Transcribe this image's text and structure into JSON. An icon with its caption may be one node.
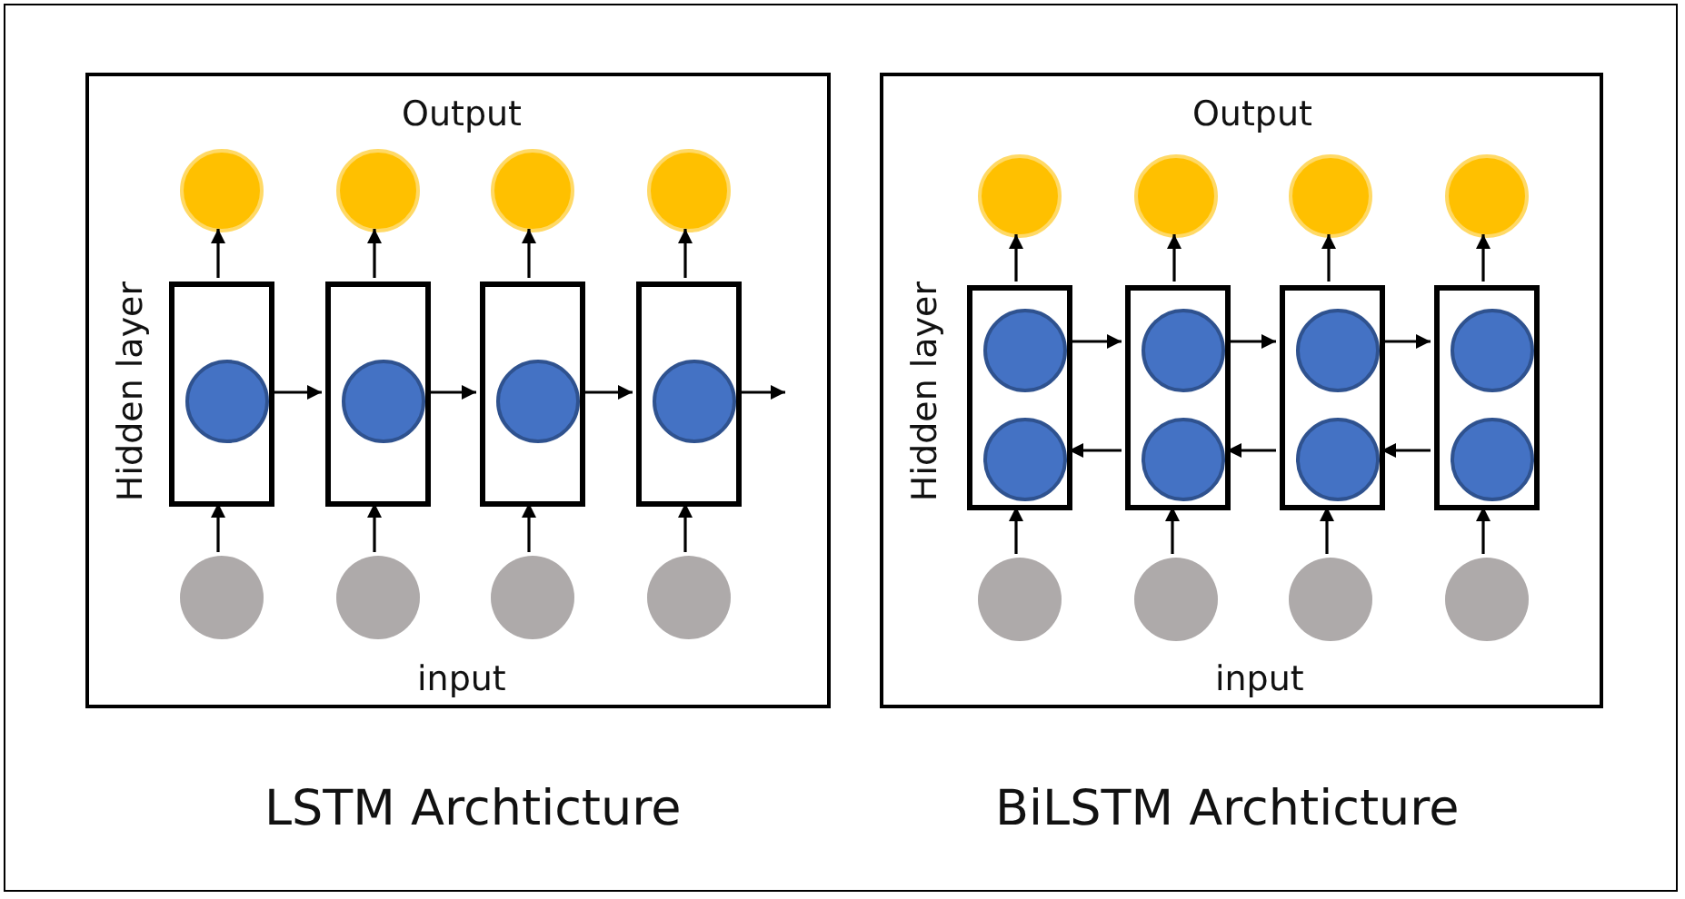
{
  "diagram": {
    "nodes": [
      {
        "text": [
          "Output",
          "Hidden layer",
          "input"
        ],
        "beside": [
          "LSTM Archticture"
        ]
      },
      {
        "text": [],
        "shape": "circle",
        "in": 0
      },
      {
        "text": [],
        "shape": "circle",
        "in": 0
      },
      {
        "text": [],
        "shape": "circle",
        "in": 0
      },
      {
        "text": [],
        "shape": "circle",
        "in": 0
      },
      {
        "text": [],
        "shape": "box",
        "in": 0
      },
      {
        "text": [],
        "shape": "circle",
        "in": 5
      },
      {
        "text": [],
        "shape": "box",
        "in": 0
      },
      {
        "text": [],
        "shape": "circle",
        "in": 7
      },
      {
        "text": [],
        "shape": "box",
        "in": 0
      },
      {
        "text": [],
        "shape": "circle",
        "in": 9
      },
      {
        "text": [],
        "shape": "box",
        "in": 0
      },
      {
        "text": [],
        "shape": "circle",
        "in": 11
      },
      {
        "text": [],
        "shape": "circle",
        "in": 0
      },
      {
        "text": [],
        "shape": "circle",
        "in": 0
      },
      {
        "text": [],
        "shape": "circle",
        "in": 0
      },
      {
        "text": [],
        "shape": "circle",
        "in": 0
      },
      {
        "text": [
          "Output",
          "Hidden layer",
          "input"
        ],
        "beside": [
          "BiLSTM Archticture"
        ]
      },
      {
        "text": [],
        "shape": "circle",
        "in": 17
      },
      {
        "text": [],
        "shape": "circle",
        "in": 17
      },
      {
        "text": [],
        "shape": "circle",
        "in": 17
      },
      {
        "text": [],
        "shape": "circle",
        "in": 17
      },
      {
        "text": [],
        "shape": "box",
        "in": 17
      },
      {
        "text": [],
        "shape": "circle",
        "in": 22
      },
      {
        "text": [],
        "shape": "circle",
        "in": 22
      },
      {
        "text": [],
        "shape": "box",
        "in": 17
      },
      {
        "text": [],
        "shape": "circle",
        "in": 25
      },
      {
        "text": [],
        "shape": "circle",
        "in": 25
      },
      {
        "text": [],
        "shape": "box",
        "in": 17
      },
      {
        "text": [],
        "shape": "circle",
        "in": 28
      },
      {
        "text": [],
        "shape": "circle",
        "in": 28
      },
      {
        "text": [],
        "shape": "box",
        "in": 17
      },
      {
        "text": [],
        "shape": "circle",
        "in": 31
      },
      {
        "text": [],
        "shape": "circle",
        "in": 31
      },
      {
        "text": [],
        "shape": "circle",
        "in": 17
      },
      {
        "text": [],
        "shape": "circle",
        "in": 17
      },
      {
        "text": [],
        "shape": "circle",
        "in": 17
      },
      {
        "text": [],
        "shape": "circle",
        "in": 17
      }
    ],
    "edges": [
      {
        "from": 13,
        "to": 5,
        "arrow": "to"
      },
      {
        "from": 14,
        "to": 7,
        "arrow": "to"
      },
      {
        "from": 15,
        "to": 9,
        "arrow": "to"
      },
      {
        "from": 16,
        "to": 11,
        "arrow": "to"
      },
      {
        "from": 5,
        "to": 1,
        "arrow": "to"
      },
      {
        "from": 7,
        "to": 2,
        "arrow": "to"
      },
      {
        "from": 9,
        "to": 3,
        "arrow": "to"
      },
      {
        "from": 11,
        "to": 4,
        "arrow": "to"
      },
      {
        "from": 5,
        "to": 7,
        "arrow": "to"
      },
      {
        "from": 7,
        "to": 9,
        "arrow": "to"
      },
      {
        "from": 9,
        "to": 11,
        "arrow": "to"
      },
      {
        "from": 11,
        "to": null,
        "arrow": "to"
      },
      {
        "from": 34,
        "to": 22,
        "arrow": "to"
      },
      {
        "from": 35,
        "to": 25,
        "arrow": "to"
      },
      {
        "from": 36,
        "to": 28,
        "arrow": "to"
      },
      {
        "from": 37,
        "to": 31,
        "arrow": "to"
      },
      {
        "from": 22,
        "to": 18,
        "arrow": "to"
      },
      {
        "from": 25,
        "to": 19,
        "arrow": "to"
      },
      {
        "from": 28,
        "to": 20,
        "arrow": "to"
      },
      {
        "from": 31,
        "to": 21,
        "arrow": "to"
      },
      {
        "from": 22,
        "to": 25,
        "arrow": "to"
      },
      {
        "from": 25,
        "to": 28,
        "arrow": "to"
      },
      {
        "from": 28,
        "to": 31,
        "arrow": "to"
      },
      {
        "from": 25,
        "to": 22,
        "arrow": "to"
      },
      {
        "from": 28,
        "to": 25,
        "arrow": "to"
      },
      {
        "from": 31,
        "to": 28,
        "arrow": "to"
      }
    ]
  }
}
